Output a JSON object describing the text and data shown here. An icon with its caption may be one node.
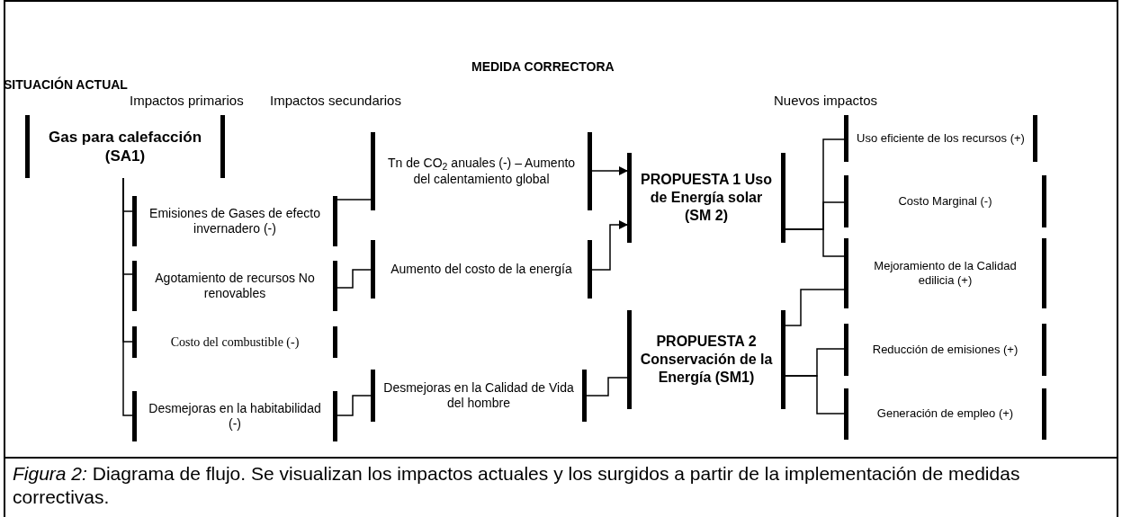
{
  "diagram": {
    "caption": "*Figura 2:* Diagrama de flujo. Se visualizan los impactos actuales y los surgidos a partir de la implementación de medidas correctivas.",
    "nodes": [
      {
        "text": [
          "Gas para calefacción (SA1)"
        ]
      },
      {
        "text": [
          "Emisiones de Gases de efecto invernadero (-)"
        ]
      },
      {
        "text": [
          "Agotamiento de recursos No renovables"
        ]
      },
      {
        "text": [
          "Costo del combustible (-)"
        ]
      },
      {
        "text": [
          "Desmejoras en la habitabilidad (-)"
        ]
      },
      {
        "text": [
          "Tn de CO$_{2}$ anuales (-) – Aumento del calentamiento global"
        ]
      },
      {
        "text": [
          "Aumento del costo de la energía"
        ]
      },
      {
        "text": [
          "Desmejoras en la Calidad de Vida del hombre"
        ]
      },
      {
        "text": [
          "PROPUESTA 1 Uso de Energía solar (SM 2)"
        ]
      },
      {
        "text": [
          "PROPUESTA 2 Conservación de la Energía (SM1)"
        ]
      },
      {
        "text": [
          "Uso eficiente de los recursos (+)"
        ]
      },
      {
        "text": [
          "Costo Marginal (-)"
        ]
      },
      {
        "text": [
          "Mejoramiento de la Calidad edilicia (+)"
        ]
      },
      {
        "text": [
          "Reducción de emisiones (+)"
        ]
      },
      {
        "text": [
          "Generación de empleo (+)"
        ]
      }
    ],
    "edges": [
      {
        "from": 0,
        "to": 1,
        "arrow": "none"
      },
      {
        "from": 0,
        "to": 2,
        "arrow": "none"
      },
      {
        "from": 0,
        "to": 3,
        "arrow": "none"
      },
      {
        "from": 0,
        "to": 4,
        "arrow": "none"
      },
      {
        "from": 1,
        "to": 5,
        "arrow": "none"
      },
      {
        "from": 2,
        "to": 6,
        "arrow": "none"
      },
      {
        "from": 4,
        "to": 7,
        "arrow": "none"
      },
      {
        "from": 5,
        "to": 8,
        "arrow": "to"
      },
      {
        "from": 6,
        "to": 8,
        "arrow": "to"
      },
      {
        "from": 7,
        "to": 9,
        "arrow": "none"
      },
      {
        "from": 8,
        "to": 10,
        "arrow": "none"
      },
      {
        "from": 8,
        "to": 11,
        "arrow": "none"
      },
      {
        "from": 8,
        "to": 12,
        "arrow": "none"
      },
      {
        "from": 9,
        "to": 12,
        "arrow": "none"
      },
      {
        "from": 9,
        "to": 13,
        "arrow": "none"
      },
      {
        "from": 9,
        "to": 14,
        "arrow": "none"
      }
    ],
    "labels": [
      "SITUACIÓN ACTUAL",
      "MEDIDA CORRECTORA",
      "Impactos primarios",
      "Impactos secundarios",
      "Nuevos impactos"
    ]
  }
}
